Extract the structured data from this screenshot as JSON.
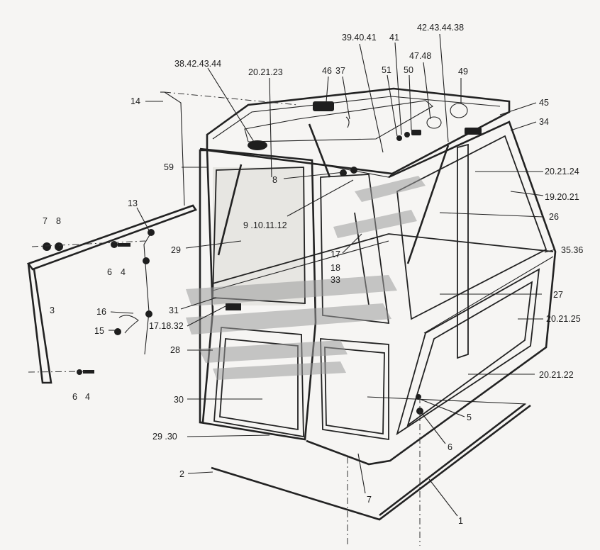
{
  "callouts": [
    {
      "id": "c1",
      "text": "39.40.41"
    },
    {
      "id": "c2",
      "text": "42.43.44.38"
    },
    {
      "id": "c3",
      "text": "41"
    },
    {
      "id": "c4",
      "text": "47.48"
    },
    {
      "id": "c5",
      "text": "51"
    },
    {
      "id": "c6",
      "text": "50"
    },
    {
      "id": "c7",
      "text": "49"
    },
    {
      "id": "c8",
      "text": "38.42.43.44"
    },
    {
      "id": "c9",
      "text": "20.21.23"
    },
    {
      "id": "c10",
      "text": "46"
    },
    {
      "id": "c11",
      "text": "37"
    },
    {
      "id": "c12",
      "text": "45"
    },
    {
      "id": "c13",
      "text": "34"
    },
    {
      "id": "c14",
      "text": "14"
    },
    {
      "id": "c15",
      "text": "59"
    },
    {
      "id": "c16",
      "text": "20.21.24"
    },
    {
      "id": "c17",
      "text": "19.20.21"
    },
    {
      "id": "c18",
      "text": "8"
    },
    {
      "id": "c19",
      "text": "26"
    },
    {
      "id": "c20",
      "text": "13"
    },
    {
      "id": "c21",
      "text": "9 .10.11.12"
    },
    {
      "id": "c22",
      "text": "7"
    },
    {
      "id": "c23",
      "text": "8"
    },
    {
      "id": "c24",
      "text": "29"
    },
    {
      "id": "c25",
      "text": "35.36"
    },
    {
      "id": "c26",
      "text": "17"
    },
    {
      "id": "c27",
      "text": "18"
    },
    {
      "id": "c28",
      "text": "33"
    },
    {
      "id": "c29",
      "text": "6"
    },
    {
      "id": "c30",
      "text": "4"
    },
    {
      "id": "c31",
      "text": "27"
    },
    {
      "id": "c32",
      "text": "3"
    },
    {
      "id": "c33",
      "text": "31"
    },
    {
      "id": "c34",
      "text": "16"
    },
    {
      "id": "c35",
      "text": "20.21.25"
    },
    {
      "id": "c36",
      "text": "17.18.32"
    },
    {
      "id": "c37",
      "text": "15"
    },
    {
      "id": "c38",
      "text": "28"
    },
    {
      "id": "c39",
      "text": "20.21.22"
    },
    {
      "id": "c40",
      "text": "6"
    },
    {
      "id": "c41",
      "text": "4"
    },
    {
      "id": "c42",
      "text": "30"
    },
    {
      "id": "c43",
      "text": "5"
    },
    {
      "id": "c44",
      "text": "29 .30"
    },
    {
      "id": "c45",
      "text": "6"
    },
    {
      "id": "c46",
      "text": "2"
    },
    {
      "id": "c47",
      "text": "7"
    },
    {
      "id": "c48",
      "text": "1"
    }
  ],
  "watermark_icon": "arrows-logo-watermark"
}
